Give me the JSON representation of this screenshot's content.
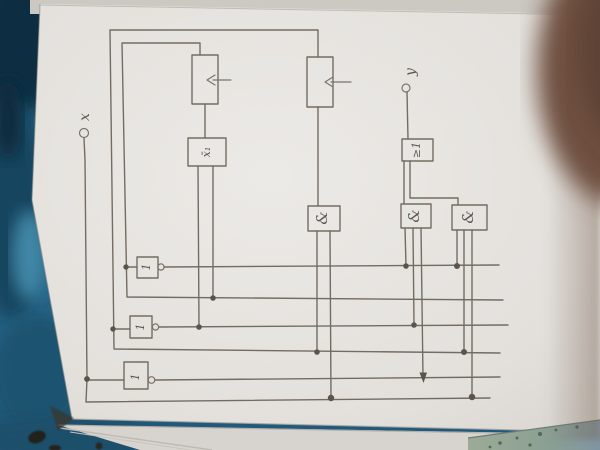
{
  "diagram": {
    "input_label": "x",
    "output_label": "y",
    "gates": {
      "ff_box1_label": "x̄₁",
      "or_label": "≥1",
      "and_label": "&",
      "not_label": "1"
    },
    "flip_flop_count": 2,
    "and_gate_count": 3,
    "not_gate_count": 3
  },
  "colors": {
    "background_blue": "#2a6484",
    "background_blue_dark": "#10314a",
    "paper": "#e7e4e0",
    "paper_under_sheet": "#d7d4cf",
    "ink": "#6a6259",
    "blur_object_brown": "#6e4f3f",
    "bottom_object_green": "#8ba093"
  },
  "orientation_note": "drawing rotated 90° in photo"
}
